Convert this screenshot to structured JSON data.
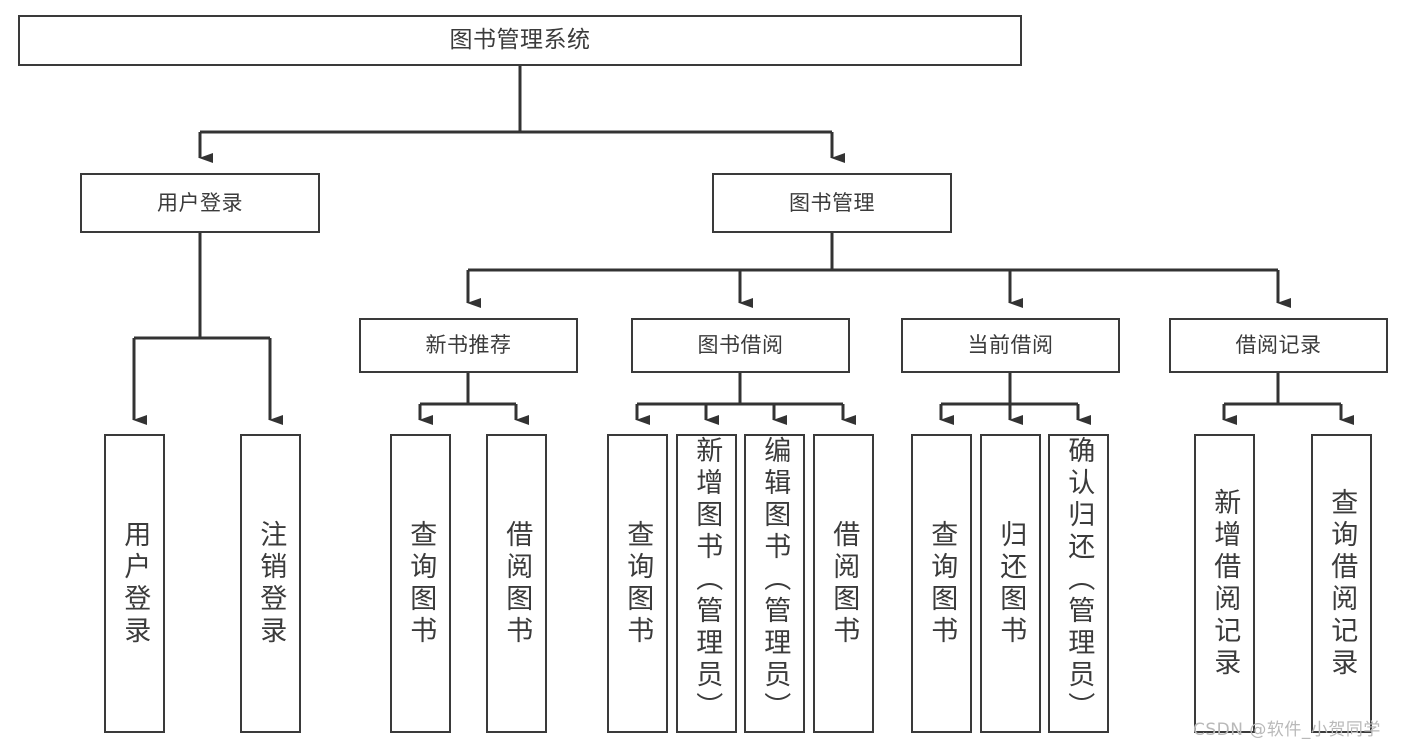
{
  "diagram": {
    "title": "图书管理系统",
    "type": "tree",
    "root": {
      "label": "图书管理系统"
    },
    "level1": [
      {
        "label": "用户登录"
      },
      {
        "label": "图书管理"
      }
    ],
    "level2": [
      {
        "label": "新书推荐"
      },
      {
        "label": "图书借阅"
      },
      {
        "label": "当前借阅"
      },
      {
        "label": "借阅记录"
      }
    ],
    "leaves": {
      "user_login": [
        {
          "label": "用户登录"
        },
        {
          "label": "注销登录"
        }
      ],
      "new_book_recommend": [
        {
          "label": "查询图书"
        },
        {
          "label": "借阅图书"
        }
      ],
      "book_borrow": [
        {
          "label": "查询图书"
        },
        {
          "label": "新增图书（管理员）"
        },
        {
          "label": "编辑图书（管理员）"
        },
        {
          "label": "借阅图书"
        }
      ],
      "current_borrow": [
        {
          "label": "查询图书"
        },
        {
          "label": "归还图书"
        },
        {
          "label": "确认归还（管理员）"
        }
      ],
      "borrow_record": [
        {
          "label": "新增借阅记录"
        },
        {
          "label": "查询借阅记录"
        }
      ]
    },
    "watermark": "CSDN @软件_小贺同学",
    "colors": {
      "border": "#3a3a3a",
      "text": "#3b3b3b",
      "edge": "#333333",
      "background": "#ffffff",
      "watermark": "#b9b9b9"
    }
  }
}
